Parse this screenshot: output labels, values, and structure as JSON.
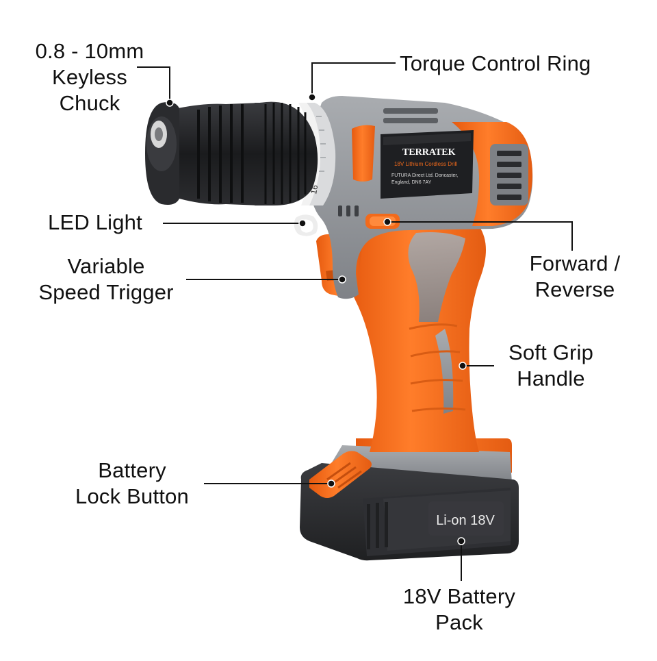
{
  "colors": {
    "body_orange": "#F26A1B",
    "body_grey": "#8E9196",
    "chuck_black": "#1E1F22",
    "battery_dark": "#2A2B2E",
    "leader_line": "#111111"
  },
  "product_marking": {
    "brand": "TERRATEK",
    "model": "18V Lithium Cordless Drill",
    "address_line1": "FUTURA Direct Ltd. Doncaster,",
    "address_line2": "England, DN6 7AY",
    "torque_setting": "16",
    "battery_text": "Li-on 18V"
  },
  "callouts": {
    "chuck": [
      "0.8 - 10mm",
      "Keyless",
      "Chuck"
    ],
    "torque": [
      "Torque Control Ring"
    ],
    "led": [
      "LED Light"
    ],
    "trigger": [
      "Variable",
      "Speed Trigger"
    ],
    "direction": [
      "Forward /",
      "Reverse"
    ],
    "grip": [
      "Soft Grip",
      "Handle"
    ],
    "lock": [
      "Battery",
      "Lock Button"
    ],
    "battery": [
      "18V Battery",
      "Pack"
    ]
  }
}
